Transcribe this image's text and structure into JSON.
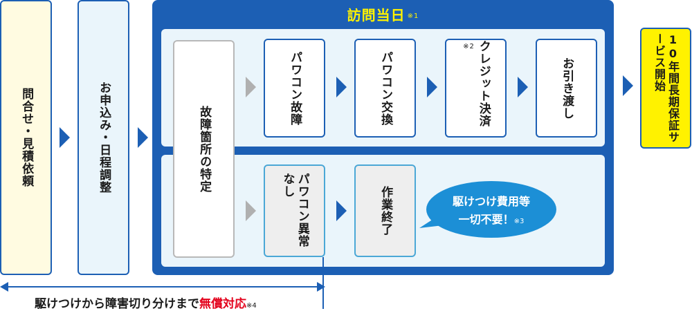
{
  "steps": {
    "inquiry": "問合せ・見積依頼",
    "apply": "お申込み・日程調整",
    "warranty": "10年間長期保証サービス開始"
  },
  "panel": {
    "title": "訪問当日",
    "title_note": "※1",
    "identify": "故障箇所の特定",
    "broken": "パワコン故障",
    "replace": "パワコン交換",
    "payment": "クレジット決済",
    "payment_note": "※2",
    "handover": "お引き渡し",
    "normal": "パワコン異常なし",
    "finish": "作業終了",
    "bubble_line1": "駆けつけ費用等",
    "bubble_line2": "一切不要！",
    "bubble_note": "※3"
  },
  "footer": {
    "text_prefix": "駆けつけから障害切り分けまで",
    "text_highlight": "無償対応",
    "note": "※4"
  },
  "colors": {
    "primary": "#1c5fb4",
    "accent_yellow": "#fff200",
    "bubble": "#1c8fd6",
    "highlight_red": "#e3001b"
  }
}
